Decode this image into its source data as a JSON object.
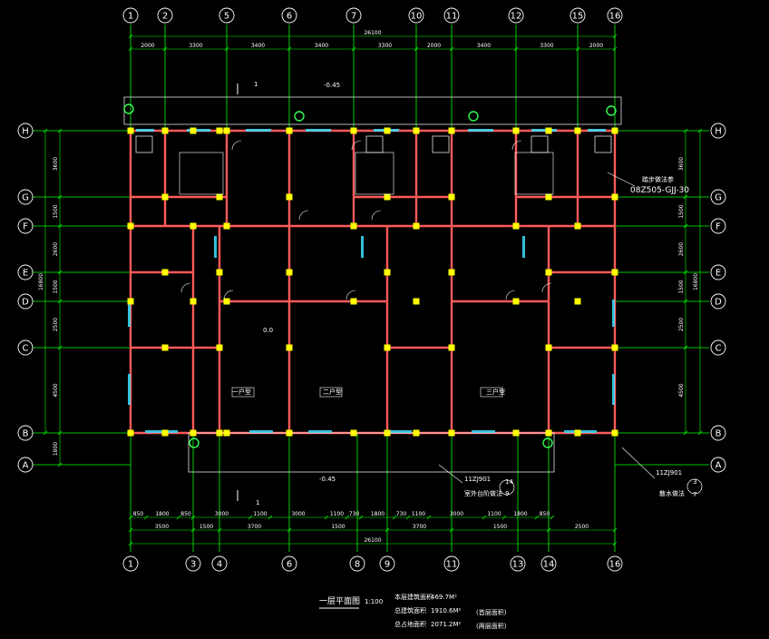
{
  "drawing": {
    "title": "一层平面图",
    "scale": "1:100",
    "stats": [
      {
        "label": "本层建筑面积",
        "value": "469.7M²"
      },
      {
        "label": "总建筑面积",
        "value": "1910.6M²"
      },
      {
        "label": "总占地面积",
        "value": "2071.2M²"
      }
    ],
    "stats_notes": [
      "(首层面积)",
      "(两层面积)"
    ],
    "colors": {
      "background": "#000000",
      "axis_lines": "#00ff00",
      "walls": "#ff5a5a",
      "columns": "#ffff00",
      "windows": "#38e0ff",
      "text": "#ffffff"
    }
  },
  "axes": {
    "top_numbers": [
      "1",
      "2",
      "5",
      "6",
      "7",
      "10",
      "11",
      "12",
      "15",
      "16"
    ],
    "bottom_numbers": [
      "1",
      "3",
      "4",
      "6",
      "8",
      "9",
      "11",
      "13",
      "14",
      "16"
    ],
    "row_letters": [
      "H",
      "G",
      "F",
      "E",
      "D",
      "C",
      "B",
      "A"
    ]
  },
  "dimensions": {
    "overall": "26100",
    "top_row1": [
      "2000",
      "3300",
      "3400",
      "3400",
      "3300",
      "2000",
      "3400",
      "3300",
      "2000"
    ],
    "bottom_row1": [
      "3500",
      "1500",
      "3700",
      "1500",
      "3700",
      "1500",
      "2500"
    ],
    "bottom_row2": [
      "850",
      "1800",
      "850",
      "3000",
      "1100",
      "3000",
      "1100",
      "730",
      "1800",
      "730",
      "1100",
      "3000",
      "1100",
      "1800",
      "850"
    ],
    "left_col": [
      "3600",
      "1500",
      "2600",
      "1500",
      "2500",
      "4500",
      "1800"
    ],
    "left_total": "16800",
    "right_col": [
      "3600",
      "1500",
      "2600",
      "1500",
      "2500",
      "4500"
    ],
    "right_total": "16800"
  },
  "annotations": {
    "level_top": "-0.45",
    "level_bottom": "-0.45",
    "level_center": "0.0",
    "section_number": "1",
    "atlas_ref": "08Z505-GJJ-30",
    "atlas_label": "踏步做法参",
    "detail_ref_a": "11ZJ901",
    "detail_ref_b": "11ZJ901",
    "detail_a_num": "3",
    "detail_a_sheet": "7",
    "detail_b_num": "14",
    "detail_b_sheet": "9",
    "note_a": "室外台阶做法",
    "note_b": "散水做法",
    "unit_labels": [
      "一户型",
      "二户型",
      "三户型"
    ]
  }
}
